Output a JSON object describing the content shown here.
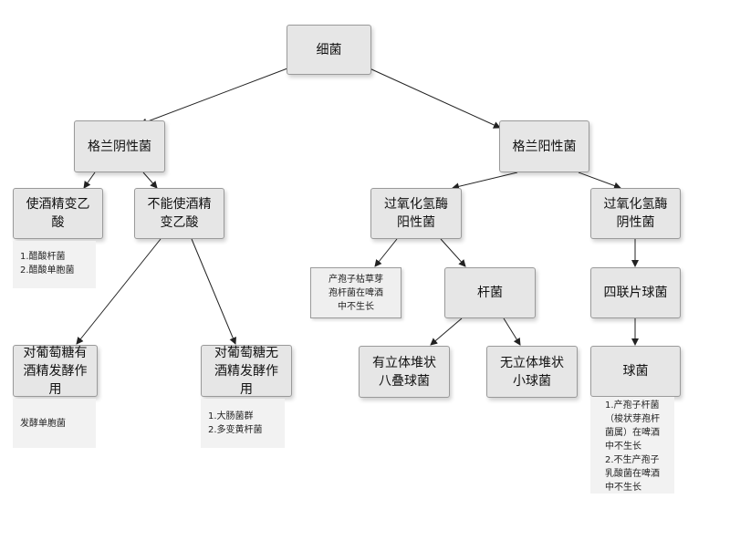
{
  "nodes": {
    "root": "细菌",
    "gram_neg": "格兰阴性菌",
    "gram_pos": "格兰阳性菌",
    "acid": "使酒精变乙\n酸",
    "no_acid": "不能使酒精\n变乙酸",
    "ferment": "对葡萄糖有\n酒精发酵作\n用",
    "no_ferment": "对葡萄糖无\n酒精发酵作\n用",
    "cat_pos": "过氧化氢酶\n阳性菌",
    "cat_neg": "过氧化氢酶\n阴性菌",
    "rod": "杆菌",
    "tetrad": "四联片球菌",
    "octet": "有立体堆状\n八叠球菌",
    "micro": "无立体堆状\n小球菌",
    "coccus": "球菌"
  },
  "notes": {
    "acid": "1.醋酸杆菌\n2.醋酸单胞菌",
    "ferment": "发酵单胞菌",
    "no_ferment": "1.大肠菌群\n2.多变黄杆菌",
    "cat_pos": "产孢子枯草芽\n孢杆菌在啤酒\n中不生长",
    "coccus": "1.产孢子杆菌\n（梭状芽孢杆\n菌属）在啤酒\n中不生长\n2.不生产孢子\n乳酸菌在啤酒\n中不生长"
  },
  "colors": {
    "node_fill": "#e6e6e6",
    "node_border": "#9a9a9a",
    "note_fill": "#f2f2f2",
    "edge": "#222222"
  }
}
